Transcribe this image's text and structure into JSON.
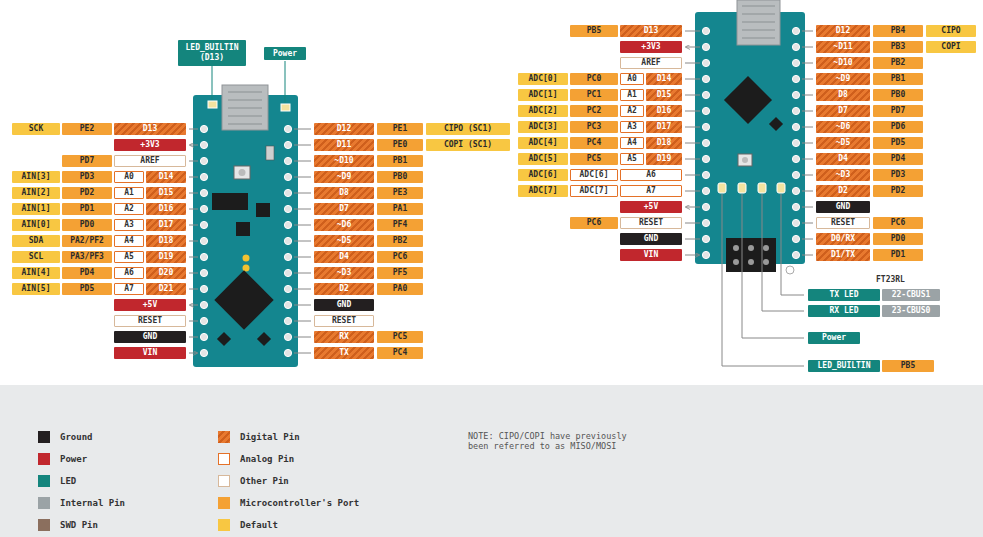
{
  "diagram": {
    "nodes": [
      {
        "text": [
          "LED_BUILTIN (D13)"
        ]
      },
      {
        "text": [
          "Power"
        ]
      },
      {
        "text": [
          "SCK"
        ]
      },
      {
        "text": [
          "PE2"
        ]
      },
      {
        "text": [
          "D13"
        ]
      },
      {
        "text": [
          "+3V3"
        ]
      },
      {
        "text": [
          "PD7"
        ]
      },
      {
        "text": [
          "AREF"
        ]
      },
      {
        "text": [
          "AIN[3]"
        ]
      },
      {
        "text": [
          "PD3"
        ]
      },
      {
        "text": [
          "A0"
        ]
      },
      {
        "text": [
          "D14"
        ]
      },
      {
        "text": [
          "AIN[2]"
        ]
      },
      {
        "text": [
          "PD2"
        ]
      },
      {
        "text": [
          "A1"
        ]
      },
      {
        "text": [
          "D15"
        ]
      },
      {
        "text": [
          "AIN[1]"
        ]
      },
      {
        "text": [
          "PD1"
        ]
      },
      {
        "text": [
          "A2"
        ]
      },
      {
        "text": [
          "D16"
        ]
      },
      {
        "text": [
          "AIN[0]"
        ]
      },
      {
        "text": [
          "PD0"
        ]
      },
      {
        "text": [
          "A3"
        ]
      },
      {
        "text": [
          "D17"
        ]
      },
      {
        "text": [
          "SDA"
        ]
      },
      {
        "text": [
          "PA2/PF2"
        ]
      },
      {
        "text": [
          "A4"
        ]
      },
      {
        "text": [
          "D18"
        ]
      },
      {
        "text": [
          "SCL"
        ]
      },
      {
        "text": [
          "PA3/PF3"
        ]
      },
      {
        "text": [
          "A5"
        ]
      },
      {
        "text": [
          "D19"
        ]
      },
      {
        "text": [
          "AIN[4]"
        ]
      },
      {
        "text": [
          "PD4"
        ]
      },
      {
        "text": [
          "A6"
        ]
      },
      {
        "text": [
          "D20"
        ]
      },
      {
        "text": [
          "AIN[5]"
        ]
      },
      {
        "text": [
          "PD5"
        ]
      },
      {
        "text": [
          "A7"
        ]
      },
      {
        "text": [
          "D21"
        ]
      },
      {
        "text": [
          "+5V"
        ]
      },
      {
        "text": [
          "RESET"
        ]
      },
      {
        "text": [
          "GND"
        ]
      },
      {
        "text": [
          "VIN"
        ]
      },
      {
        "text": [
          "D12"
        ]
      },
      {
        "text": [
          "PE1"
        ]
      },
      {
        "text": [
          "CIPO (SC1)"
        ]
      },
      {
        "text": [
          "D11"
        ]
      },
      {
        "text": [
          "PE0"
        ]
      },
      {
        "text": [
          "COPI (SC1)"
        ]
      },
      {
        "text": [
          "~D10"
        ]
      },
      {
        "text": [
          "PB1"
        ]
      },
      {
        "text": [
          "~D9"
        ]
      },
      {
        "text": [
          "PB0"
        ]
      },
      {
        "text": [
          "D8"
        ]
      },
      {
        "text": [
          "PE3"
        ]
      },
      {
        "text": [
          "D7"
        ]
      },
      {
        "text": [
          "PA1"
        ]
      },
      {
        "text": [
          "~D6"
        ]
      },
      {
        "text": [
          "PF4"
        ]
      },
      {
        "text": [
          "~D5"
        ]
      },
      {
        "text": [
          "PB2"
        ]
      },
      {
        "text": [
          "D4"
        ]
      },
      {
        "text": [
          "PC6"
        ]
      },
      {
        "text": [
          "~D3"
        ]
      },
      {
        "text": [
          "PF5"
        ]
      },
      {
        "text": [
          "D2"
        ]
      },
      {
        "text": [
          "PA0"
        ]
      },
      {
        "text": [
          "GND"
        ]
      },
      {
        "text": [
          "RESET"
        ]
      },
      {
        "text": [
          "RX"
        ]
      },
      {
        "text": [
          "PC5"
        ]
      },
      {
        "text": [
          "TX"
        ]
      },
      {
        "text": [
          "PC4"
        ]
      },
      {
        "text": [
          "PB5"
        ]
      },
      {
        "text": [
          "D13"
        ]
      },
      {
        "text": [
          "+3V3"
        ]
      },
      {
        "text": [
          "AREF"
        ]
      },
      {
        "text": [
          "ADC[0]"
        ]
      },
      {
        "text": [
          "PC0"
        ]
      },
      {
        "text": [
          "A0"
        ]
      },
      {
        "text": [
          "D14"
        ]
      },
      {
        "text": [
          "ADC[1]"
        ]
      },
      {
        "text": [
          "PC1"
        ]
      },
      {
        "text": [
          "A1"
        ]
      },
      {
        "text": [
          "D15"
        ]
      },
      {
        "text": [
          "ADC[2]"
        ]
      },
      {
        "text": [
          "PC2"
        ]
      },
      {
        "text": [
          "A2"
        ]
      },
      {
        "text": [
          "D16"
        ]
      },
      {
        "text": [
          "ADC[3]"
        ]
      },
      {
        "text": [
          "PC3"
        ]
      },
      {
        "text": [
          "A3"
        ]
      },
      {
        "text": [
          "D17"
        ]
      },
      {
        "text": [
          "ADC[4]"
        ]
      },
      {
        "text": [
          "PC4"
        ]
      },
      {
        "text": [
          "A4"
        ]
      },
      {
        "text": [
          "D18"
        ]
      },
      {
        "text": [
          "ADC[5]"
        ]
      },
      {
        "text": [
          "PC5"
        ]
      },
      {
        "text": [
          "A5"
        ]
      },
      {
        "text": [
          "D19"
        ]
      },
      {
        "text": [
          "ADC[6]"
        ]
      },
      {
        "text": [
          "ADC[6]"
        ]
      },
      {
        "text": [
          "A6"
        ]
      },
      {
        "text": [
          "ADC[7]"
        ]
      },
      {
        "text": [
          "ADC[7]"
        ]
      },
      {
        "text": [
          "A7"
        ]
      },
      {
        "text": [
          "+5V"
        ]
      },
      {
        "text": [
          "PC6"
        ]
      },
      {
        "text": [
          "RESET"
        ]
      },
      {
        "text": [
          "GND"
        ]
      },
      {
        "text": [
          "VIN"
        ]
      },
      {
        "text": [
          "D12"
        ]
      },
      {
        "text": [
          "PB4"
        ]
      },
      {
        "text": [
          "CIPO"
        ]
      },
      {
        "text": [
          "~D11"
        ]
      },
      {
        "text": [
          "PB3"
        ]
      },
      {
        "text": [
          "COPI"
        ]
      },
      {
        "text": [
          "~D10"
        ]
      },
      {
        "text": [
          "PB2"
        ]
      },
      {
        "text": [
          "~D9"
        ]
      },
      {
        "text": [
          "PB1"
        ]
      },
      {
        "text": [
          "D8"
        ]
      },
      {
        "text": [
          "PB0"
        ]
      },
      {
        "text": [
          "D7"
        ]
      },
      {
        "text": [
          "PD7"
        ]
      },
      {
        "text": [
          "~D6"
        ]
      },
      {
        "text": [
          "PD6"
        ]
      },
      {
        "text": [
          "~D5"
        ]
      },
      {
        "text": [
          "PD5"
        ]
      },
      {
        "text": [
          "D4"
        ]
      },
      {
        "text": [
          "PD4"
        ]
      },
      {
        "text": [
          "~D3"
        ]
      },
      {
        "text": [
          "PD3"
        ]
      },
      {
        "text": [
          "D2"
        ]
      },
      {
        "text": [
          "PD2"
        ]
      },
      {
        "text": [
          "GND"
        ]
      },
      {
        "text": [
          "RESET"
        ]
      },
      {
        "text": [
          "PC6"
        ]
      },
      {
        "text": [
          "D0/RX"
        ]
      },
      {
        "text": [
          "PD0"
        ]
      },
      {
        "text": [
          "D1/TX"
        ]
      },
      {
        "text": [
          "PD1"
        ]
      },
      {
        "text": [
          "TX LED"
        ]
      },
      {
        "text": [
          "22-CBUS1"
        ]
      },
      {
        "text": [
          "RX LED"
        ]
      },
      {
        "text": [
          "23-CBUS0"
        ]
      },
      {
        "text": [
          "Power"
        ]
      },
      {
        "text": [
          "LED_BUILTIN"
        ]
      },
      {
        "text": [
          "PB5"
        ]
      }
    ],
    "labels": [
      "FT23RL",
      "NOTE: CIPO/COPI have previously been referred to as MISO/MOSI"
    ],
    "legend": [
      {
        "text": "Ground",
        "color": "#231f20"
      },
      {
        "text": "Power",
        "color": "#c1272d"
      },
      {
        "text": "LED",
        "color": "#14857d"
      },
      {
        "text": "Internal Pin",
        "color": "#9ba3a6"
      },
      {
        "text": "SWD Pin",
        "color": "#8b6f5e"
      },
      {
        "text": "Digital Pin"
      },
      {
        "text": "Analog Pin"
      },
      {
        "text": "Other Pin"
      },
      {
        "text": "Microcontroller's Port",
        "color": "#f4a134"
      },
      {
        "text": "Default",
        "color": "#f8c742"
      }
    ]
  }
}
